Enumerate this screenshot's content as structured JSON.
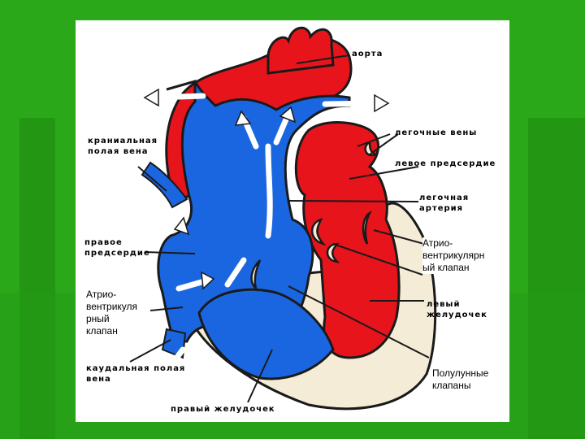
{
  "diagram": {
    "colors": {
      "background": "#2aa81a",
      "artery_red": "#e8141c",
      "vein_blue": "#1a66e0",
      "outline": "#1a1a1a",
      "wall_pale": "#f4ecd6"
    },
    "labels": {
      "aorta": "аорта",
      "pulmonary_veins": "легочные вены",
      "left_atrium": "левое предсердие",
      "cranial_vena_cava": "краниальная\nполая вена",
      "pulmonary_artery": "легочная\nартерия",
      "right_atrium": "правое\nпредсердие",
      "av_valve_right": "Атрио-\nвентрикулярн\nый клапан",
      "av_valve_left": "Атрио-\nвентрикуля\nрный\nклапан",
      "left_ventricle": "левый\nжелудочек",
      "caudal_vena_cava": "каудальная полая\nвена",
      "semilunar_valves": "Полулунные\nклапаны",
      "right_ventricle": "правый желудочек"
    }
  }
}
